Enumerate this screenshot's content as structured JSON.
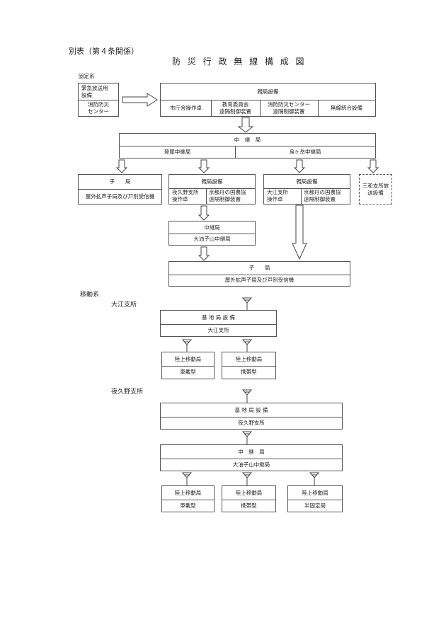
{
  "header": {
    "annex": "別表（第４条関係）",
    "title": "防 災 行 政 無 線 構 成 図"
  },
  "fixed": {
    "label": "固定系",
    "emergency": {
      "top": "緊急放送用\n設備",
      "bottom": "消防防災\nセンター"
    },
    "parent": {
      "title": "親局設備",
      "cols": [
        "市庁舎操作卓",
        "教育委員会\n遠隔制御装置",
        "消防防災センター\n遠隔制御装置",
        "無線統合設備"
      ]
    },
    "relay": {
      "title": "中　継　局",
      "cols": [
        "登尾中継局",
        "烏ヶ岳中継局"
      ]
    },
    "child1": {
      "title": "子　　局",
      "sub": "屋外拡声子局及び戸別受信機"
    },
    "parent2": {
      "title": "親局設備",
      "cols": [
        "夜久野支所\n操作卓",
        "京都丹の国農協\n遠隔制御装置"
      ]
    },
    "parent3": {
      "title": "親局設備",
      "cols": [
        "大江支所\n操作卓",
        "京都丹の国農協\n遠隔制御装置"
      ]
    },
    "miwa": "三和支所放\n送設備",
    "relay2": {
      "title": "中継局",
      "sub": "大油子山中継局"
    },
    "child2": {
      "title": "子　　局",
      "sub": "屋外拡声子局及び戸別受信機"
    }
  },
  "mobile": {
    "label": "移動系",
    "oe": {
      "label": "大江支所",
      "base": {
        "title": "基 地 局 設 備",
        "sub": "大江支所"
      },
      "stations": [
        {
          "title": "陸上移動局",
          "sub": "車載型"
        },
        {
          "title": "陸上移動局",
          "sub": "携帯型"
        }
      ]
    },
    "yakuno": {
      "label": "夜久野支所",
      "base": {
        "title": "基 地 局 設 備",
        "sub": "夜久野支所"
      },
      "relay": {
        "title": "中　継　局",
        "sub": "大油子山中継局"
      },
      "stations": [
        {
          "title": "陸上移動局",
          "sub": "車載型"
        },
        {
          "title": "陸上移動局",
          "sub": "携帯型"
        },
        {
          "title": "陸上移動局",
          "sub": "半固定局"
        }
      ]
    }
  }
}
